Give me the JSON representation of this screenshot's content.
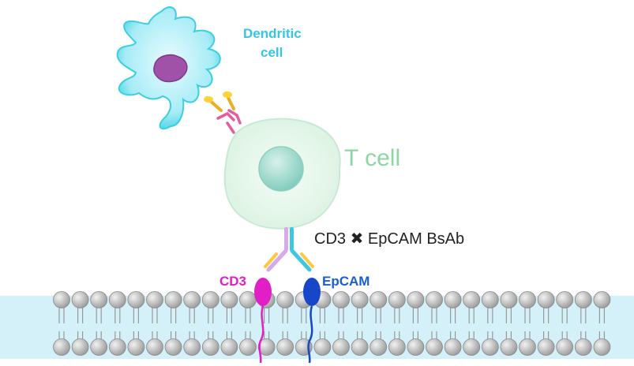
{
  "labels": {
    "dendritic_line1": "Dendritic",
    "dendritic_line2": "cell",
    "t_cell": "T cell",
    "bsab": "CD3 ✖ EpCAM BsAb",
    "cd3": "CD3",
    "epcam": "EpCAM"
  },
  "colors": {
    "dendritic": "#3ad0e0",
    "nucleus_dc": "#a052a8",
    "tcell_fill": "#e6f7ea",
    "tcell_text": "#8fd4a4",
    "cd3": "#e11fc6",
    "epcam": "#1746c8",
    "membrane": "#cfeef8",
    "lipid_head": "#b0b0b0"
  }
}
